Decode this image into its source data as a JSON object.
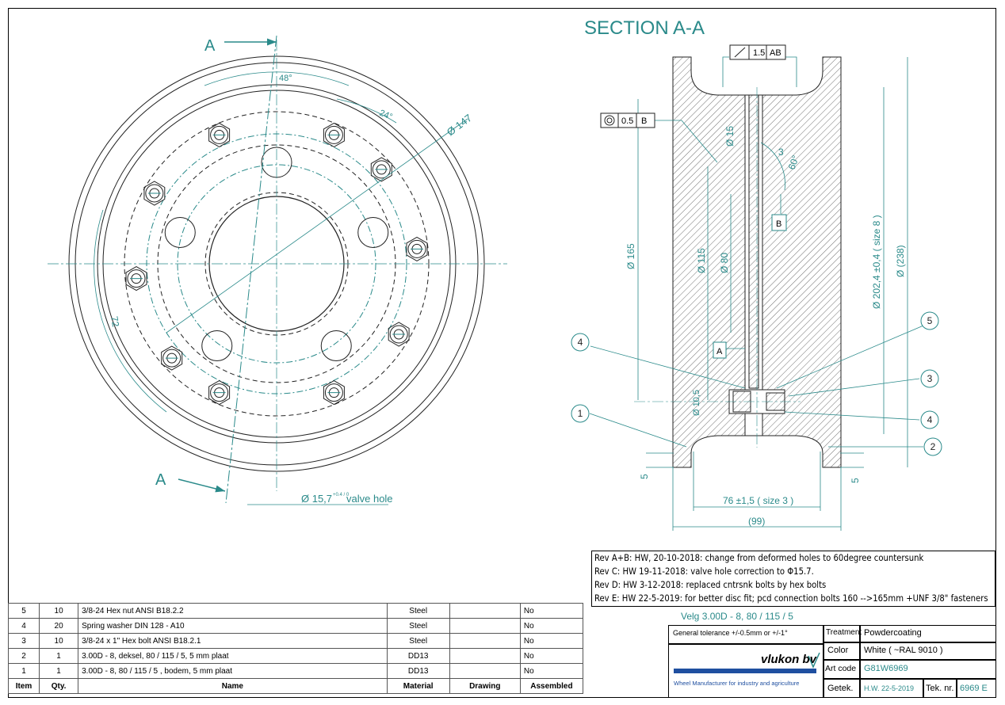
{
  "section_title": "SECTION A-A",
  "section_markers": {
    "top": "A",
    "bottom": "A"
  },
  "front_view": {
    "angle_bolts": "48°",
    "angle_holes": "24°",
    "dia_147": "Ø 147",
    "dia_72": "72",
    "valve_hole": "Ø 15,7",
    "valve_tol": "+0.4 / 0",
    "valve_text": "valve hole"
  },
  "section_view": {
    "flatness_value": "1.5",
    "flatness_datum": "AB",
    "conc_value": "0.5",
    "conc_datum": "B",
    "datum_a": "A",
    "datum_b": "B",
    "dia_15": "Ø 15",
    "dim_3": "3",
    "angle_60": "60°",
    "dia_165": "Ø 165",
    "dia_115": "Ø 115",
    "dia_80": "Ø 80",
    "dia_202": "Ø 202,4 ±0,4 ( size 8 )",
    "dia_238": "Ø (238)",
    "dia_10": "Ø 10,5",
    "dim_5_left": "5",
    "dim_5_right": "5",
    "width_76": "76 ±1,5 ( size 3 )",
    "width_99": "(99)",
    "balloons": [
      "1",
      "2",
      "3",
      "4",
      "4",
      "5"
    ]
  },
  "revisions": [
    "Rev A+B: HW, 20-10-2018: change from deformed holes to 60degree countersunk",
    "Rev C: HW 19-11-2018: valve hole correction to Φ15.7.",
    "Rev D: HW 3-12-2018: replaced cntrsnk bolts by hex bolts",
    "Rev E: HW 22-5-2019: for better disc fit; pcd connection bolts 160 -->165mm +UNF 3/8\" fasteners"
  ],
  "bom": {
    "headers": [
      "Item",
      "Qty.",
      "Name",
      "Material",
      "Drawing",
      "Assembled"
    ],
    "rows": [
      {
        "item": "5",
        "qty": "10",
        "name": "3/8-24 Hex nut ANSI B18.2.2",
        "material": "Steel",
        "drawing": "",
        "assembled": "No"
      },
      {
        "item": "4",
        "qty": "20",
        "name": "Spring washer DIN 128 - A10",
        "material": "Steel",
        "drawing": "",
        "assembled": "No"
      },
      {
        "item": "3",
        "qty": "10",
        "name": "3/8-24 x 1\" Hex bolt ANSI B18.2.1",
        "material": "Steel",
        "drawing": "",
        "assembled": "No"
      },
      {
        "item": "2",
        "qty": "1",
        "name": " 3.00D - 8, deksel,  80 / 115 / 5,  5 mm plaat",
        "material": "DD13",
        "drawing": "",
        "assembled": "No"
      },
      {
        "item": "1",
        "qty": "1",
        "name": " 3.00D - 8,  80 / 115 / 5 , bodem,   5 mm plaat",
        "material": "DD13",
        "drawing": "",
        "assembled": "No"
      }
    ]
  },
  "title_block": {
    "part_title": "Velg 3.00D - 8,   80 / 115 / 5",
    "tolerance": "General tolerance +/-0.5mm or +/-1°",
    "treatment_label": "Treatment",
    "treatment_value": "Powdercoating",
    "color_label": "Color",
    "color_value": "White ( ~RAL 9010 )",
    "artcode_label": "Art code",
    "artcode_value": "G81W6969",
    "drawn_label": "Getek.",
    "drawn_value": "H.W. 22-5-2019",
    "tekno_label": "Tek. nr.",
    "tekno_value": "6969 E",
    "company": "vlukon bv",
    "company_tagline": "Wheel Manufacturer for industry and agriculture",
    "brand_color": "#1f4fa0",
    "drawing_color": "#2a8a8a"
  }
}
